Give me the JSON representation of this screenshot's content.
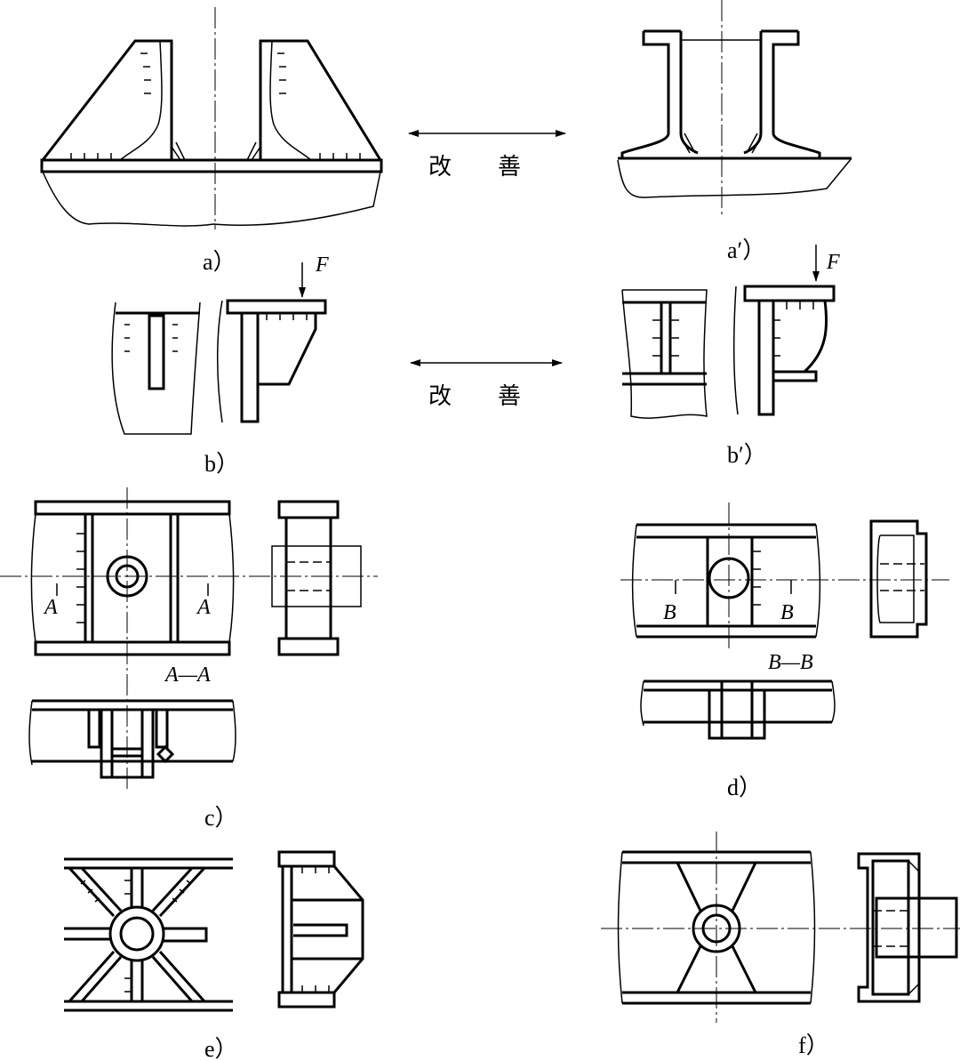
{
  "labels": {
    "a": "a）",
    "a_prime": "a′）",
    "b": "b）",
    "b_prime": "b′）",
    "c": "c）",
    "d": "d）",
    "e": "e）",
    "f": "f）"
  },
  "arrows": {
    "improve_1": "改　　善",
    "improve_2": "改　　善"
  },
  "forces": {
    "b": "F",
    "b_prime": "F"
  },
  "sections": {
    "c_left": "A",
    "c_right": "A",
    "c_title": "A—A",
    "d_left": "B",
    "d_right": "B",
    "d_title": "B—B"
  }
}
